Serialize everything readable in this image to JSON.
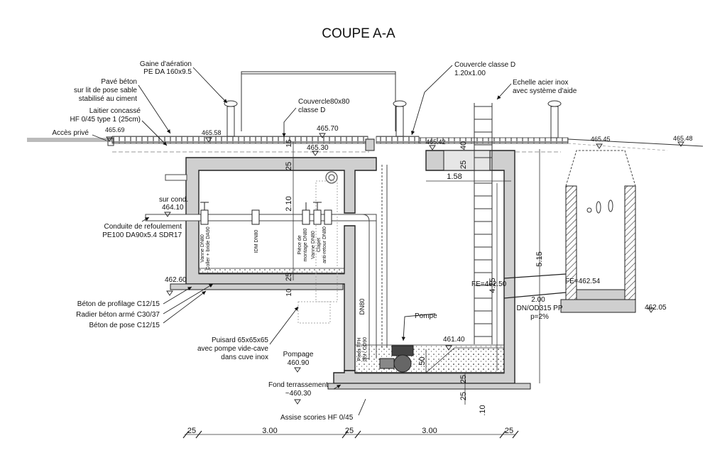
{
  "title": "COUPE A-A",
  "callouts": {
    "gaine": [
      "Gaine d'aération",
      "PE DA 160x9.5"
    ],
    "pave": [
      "Pavé béton",
      "sur lit de pose sable",
      "stabilisé au ciment"
    ],
    "laitier": [
      "Laitier concassé",
      "HF 0/45 type 1 (25cm)"
    ],
    "acces": "Accès privé",
    "couvercle80": [
      "Couvercle80x80",
      "classe D"
    ],
    "couvercleD": [
      "Couvercle classe D",
      "1.20x1.00"
    ],
    "echelle": [
      "Echelle acier inox",
      "avec système d'aide"
    ],
    "surcond": [
      "sur cond.",
      "464.10"
    ],
    "conduite": [
      "Conduite de refoulement",
      "PE100 DA90x5.4 SDR17"
    ],
    "profilage": "Béton de profilage C12/15",
    "radier": "Radier béton armé C30/37",
    "pose": "Béton de pose C12/15",
    "puisard": [
      "Puisard 65x65x65",
      "avec pompe vide-cave",
      "dans cuve inox"
    ],
    "pompage": [
      "Pompage",
      "460.90"
    ],
    "fond": [
      "Fond terrassement",
      "~460.30"
    ],
    "assise": "Assise scories HF 0/45",
    "pompe": "Pompe",
    "pipe": [
      "2.00",
      "DN/OD315 PP",
      "p=2%"
    ]
  },
  "levels": {
    "l46569": "465.69",
    "l46558": "465.58",
    "l46570": "465.70",
    "l46530": "465.30",
    "l46542": "465.42",
    "l46545": "465.45",
    "l46548": "465.48",
    "l46260": "462.60",
    "l46205": "462.05",
    "l46140": "461.40",
    "fe1": "FE=462.50",
    "fe2": "FE=462.54"
  },
  "dims": {
    "d25a": "25",
    "d210": "2.10",
    "d25b": "25",
    "d10": "10",
    "d15a": "15",
    "d158": "1.58",
    "d40": "40",
    "d25c": "25",
    "d515": "5.15",
    "d415": "4.15",
    "d50": ".50",
    "d25d": "25",
    "d25e": "25",
    "d010": ".10"
  },
  "equipment": {
    "v1": [
      "Vanne DN80",
      "Coller + bride DA90"
    ],
    "v2": "IDM DN80",
    "v3": [
      "Pièce de",
      "montage DN80"
    ],
    "v4": [
      "Vanne DN80",
      "Clapet",
      "anti-retour DN80"
    ],
    "dn80": "DN80",
    "pieds": [
      "Pieds FFH",
      "DN / OD90"
    ]
  },
  "bottom_dims": [
    "25",
    "3.00",
    "25",
    "3.00",
    "25"
  ]
}
